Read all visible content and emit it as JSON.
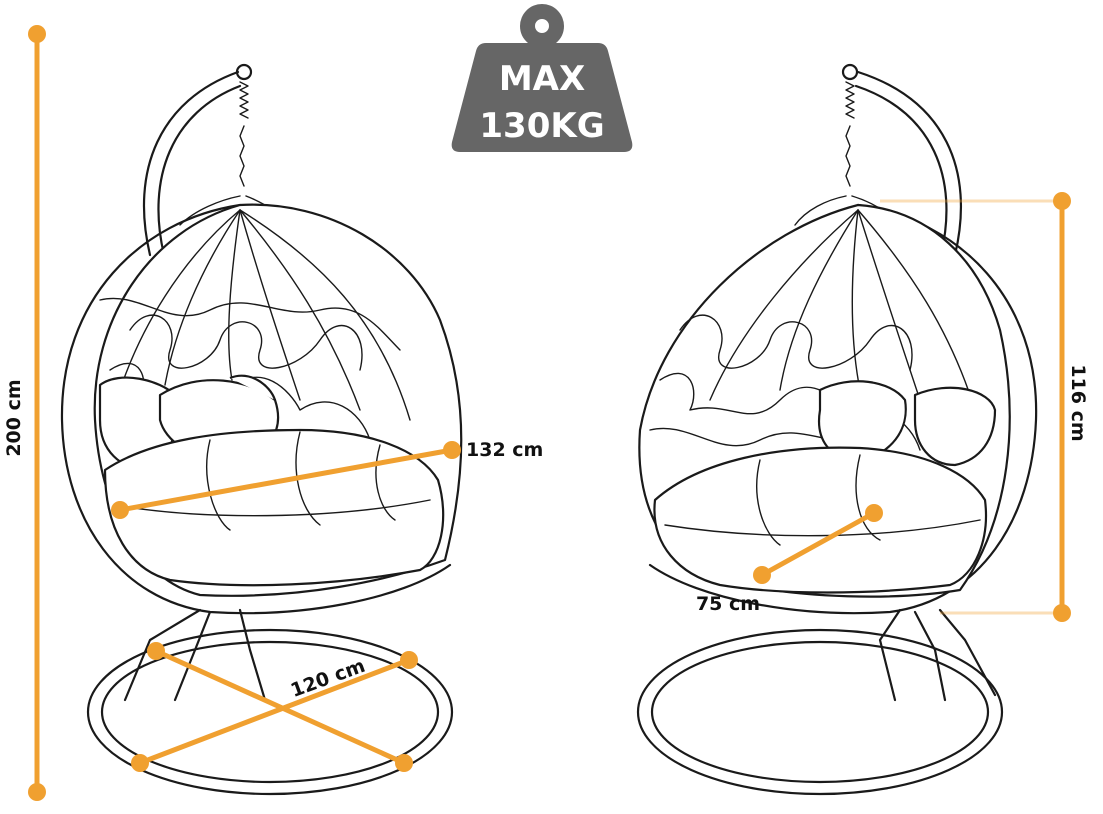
{
  "badge": {
    "line1": "MAX",
    "line2": "130KG",
    "color": "#666666"
  },
  "colors": {
    "dimension": "#f0a030",
    "ink": "#1a1a1a",
    "background": "#ffffff"
  },
  "dimensions": {
    "height_total": "200 cm",
    "seat_width": "132 cm",
    "base_diameter": "120 cm",
    "basket_height": "116 cm",
    "seat_depth": "75 cm"
  },
  "icons": {
    "weight": "weight-icon",
    "chair": "hanging-egg-chair-icon"
  }
}
